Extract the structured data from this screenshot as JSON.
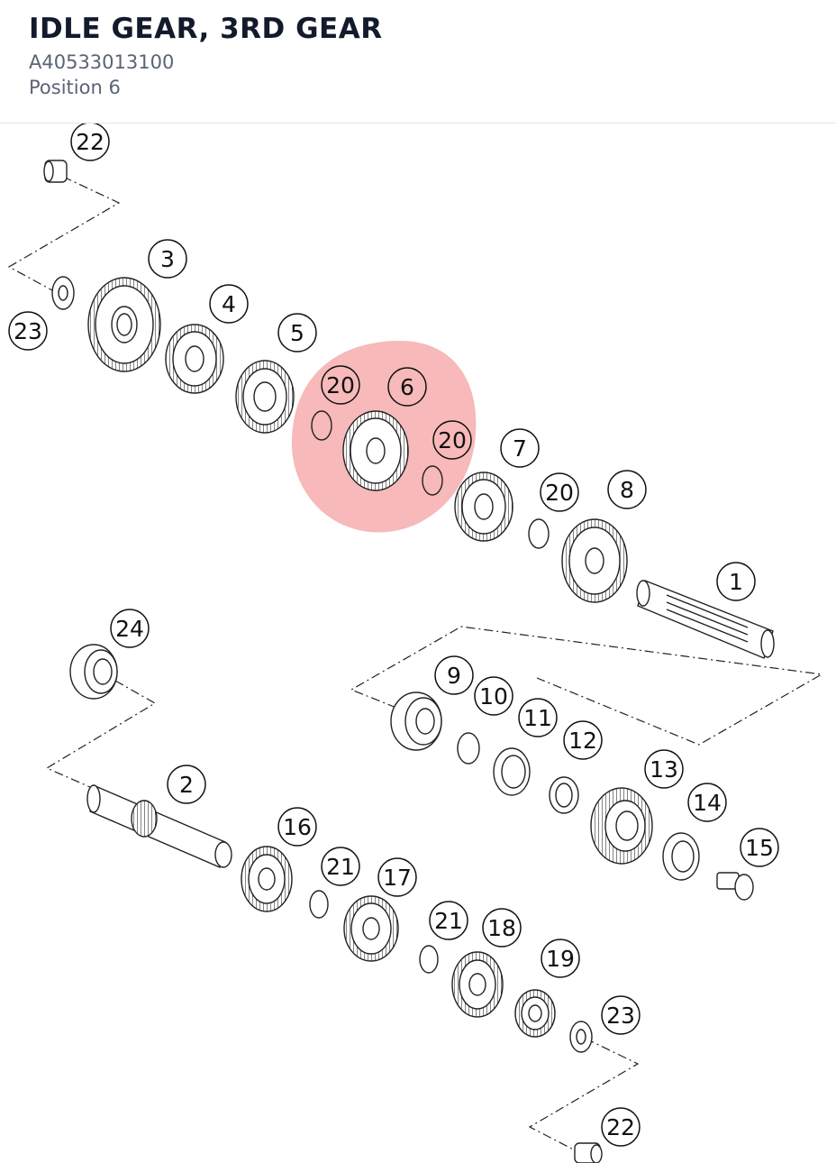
{
  "header": {
    "title": "IDLE GEAR, 3RD GEAR",
    "part_number": "A40533013100",
    "position": "Position 6"
  },
  "diagram": {
    "highlight_color": "#f28b8b",
    "labels": {
      "l22a": "22",
      "l3": "3",
      "l23a": "23",
      "l4": "4",
      "l5": "5",
      "l20a": "20",
      "l6": "6",
      "l20b": "20",
      "l7": "7",
      "l20c": "20",
      "l8": "8",
      "l1": "1",
      "l24": "24",
      "l9": "9",
      "l10": "10",
      "l11": "11",
      "l12": "12",
      "l2": "2",
      "l13": "13",
      "l14": "14",
      "l15": "15",
      "l16": "16",
      "l21a": "21",
      "l17": "17",
      "l21b": "21",
      "l18": "18",
      "l19": "19",
      "l23b": "23",
      "l22b": "22"
    }
  }
}
